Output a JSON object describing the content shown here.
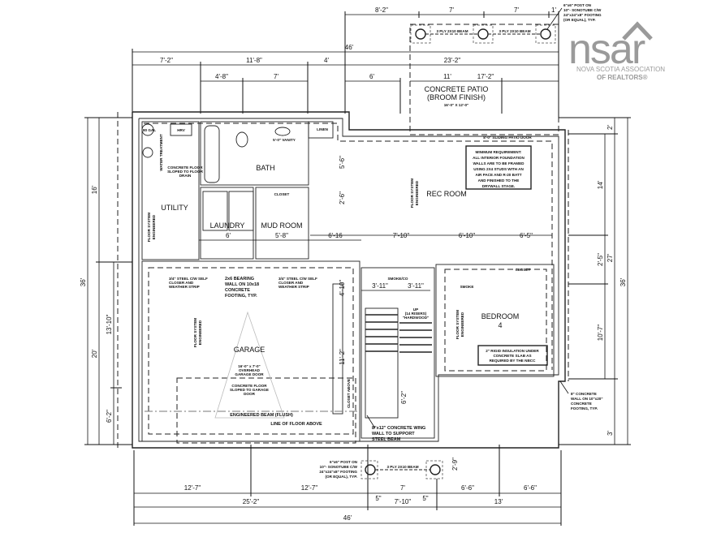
{
  "logo": {
    "mark": "nsar",
    "line1": "NOVA SCOTIA ASSOCIATION",
    "line2": "OF REALTORS®",
    "color": "#9a9a9a"
  },
  "rooms": {
    "utility": "UTILITY",
    "bath": "BATH",
    "laundry": "LAUNDRY",
    "mud_room": "MUD ROOM",
    "rec_room": "REC ROOM",
    "garage": "GARAGE",
    "bedroom": "BEDROOM",
    "bedroom_num": "4",
    "patio": "CONCRETE PATIO",
    "patio_finish": "(BROOM FINISH)",
    "patio_size": "16'-0\" X 12'-0\"",
    "closet": "CLOSET",
    "linen": "LINEN",
    "hrv": "HRV",
    "closet_above": "CLOSET ABOVE",
    "water_heater": "80 GAL",
    "water_treatment": "WATER TREATMENT"
  },
  "notes": {
    "min_req": [
      "MINIMUM REQUIREMENT:",
      "ALL INTERIOR FOUNDATION",
      "WALLS ARE TO BE FRAMED",
      "USING 2X4 STUDS WITH AN",
      "AIR PACE AND R-20 BATT",
      "AND FINISHED TO THE",
      "DRYWALL STAGE."
    ],
    "insulation": [
      "2\" RIGID INSULATION UNDER",
      "CONCRETE SLAB AS",
      "REQUIRED BY THE NBCC"
    ],
    "bearing_wall": [
      "2x6 BEARING",
      "WALL ON 10x18",
      "CONCRETE",
      "FOOTING, TYP."
    ],
    "steel_door": [
      "3/4\" STEEL C/W SELF",
      "CLOSER AND",
      "WEATHER STRIP"
    ],
    "garage_door": [
      "16'-0\" x 7'-0\"",
      "OVERHEAD",
      "GARAGE DOOR"
    ],
    "garage_floor": [
      "CONCRETE FLOOR",
      "SLOPED TO GARAGE",
      "DOOR"
    ],
    "utility_floor": [
      "CONCRETE FLOOR",
      "SLOPED TO FLOOR",
      "DRAIN"
    ],
    "beam": "ENGINEERED BEAM (FLUSH)",
    "floor_above": "LINE OF FLOOR ABOVE",
    "wing_wall": [
      "8\"x12\" CONCRETE WING",
      "WALL TO SUPPORT",
      "STEEL BEAM"
    ],
    "concrete_wall": [
      "8\" CONCRETE",
      "WALL ON 10\"x20\"",
      "CONCRETE",
      "FOOTING, TYP."
    ],
    "post": [
      "6\"x6\" POST ON",
      "10\"- SONOTUBE C/W",
      "24\"x24\"x8\" FOOTING",
      "(OR EQUAL), TYP."
    ],
    "ply_beam": "3 PLY 2X10 BEAM",
    "floor_system": [
      "FLOOR SYSTEM",
      "ENGINEERED"
    ],
    "stairs": [
      "UP",
      "(14 RISERS)",
      "\"HARDWOOD\""
    ],
    "smoke": "SMOKE",
    "smoke_co": "SMOKE/CO",
    "vanity": "5'-0\" VANITY",
    "patio_door": "8'-0\" SLIDING PATIO DOOR"
  },
  "dims": {
    "top_row0": [
      "8'-2\"",
      "7'",
      "7'",
      "1'"
    ],
    "top_total": "46'",
    "top_row1": [
      "7'-2\"",
      "11'-8\"",
      "4'",
      "23'-2\""
    ],
    "top_row2": [
      "4'-8\"",
      "7'",
      "6'",
      "11'",
      "17'-2\""
    ],
    "left": {
      "total": "36'",
      "upper": "16'",
      "lower": "20'",
      "a": "13'-10\"",
      "b": "6'-2\""
    },
    "right": {
      "top": "2'",
      "mid": "27'",
      "bot": "3'",
      "total": "36'",
      "a": "14'",
      "b": "2'-5\"",
      "c": "10'-7\""
    },
    "interior": {
      "laundry": "6'",
      "mud": "5'-8\"",
      "hall": "6'-16",
      "rec1": "7'-10\"",
      "rec2": "6'-10\"",
      "rec3": "6'-5\"",
      "bath_v": "5'-6\"",
      "closet_v": "2'-6\"",
      "stair1": "3'-11\"",
      "stair2": "3'-11\"",
      "garage_v1": "4'-10\"",
      "garage_v2": "11'-2\"",
      "stair_v": "6'-2\"",
      "post_v": "2'-9\""
    },
    "bottom_row1": [
      "12'-7\"",
      "12'-7\"",
      "7'",
      "6'-6\"",
      "6'-6\""
    ],
    "bottom_small": [
      "5\"",
      "5\""
    ],
    "bottom_row2": [
      "25'-2\"",
      "7'-10\"",
      "13'"
    ],
    "bottom_total": "46'"
  }
}
